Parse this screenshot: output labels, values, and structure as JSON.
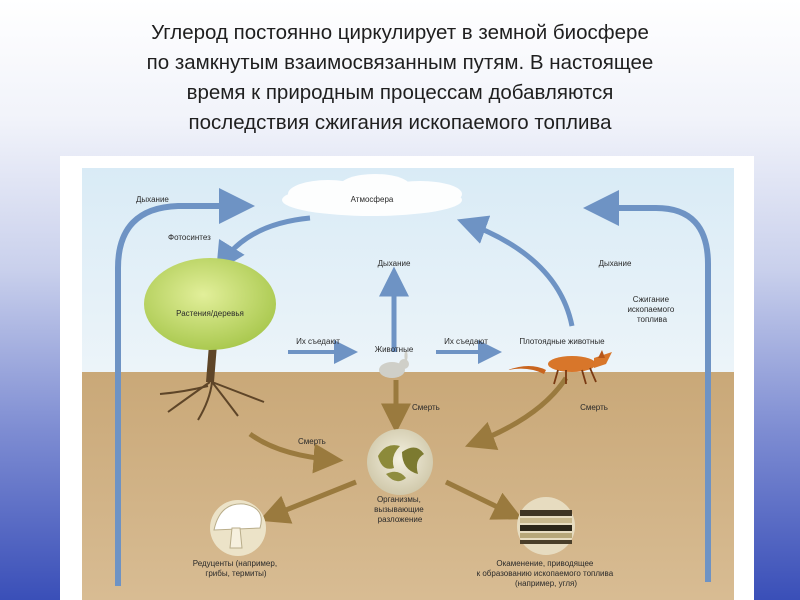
{
  "slide": {
    "title_lines": [
      "Углерод постоянно циркулирует в земной биосфере",
      "по замкнутым взаимосвязанным путям. В настоящее",
      "время к природным процессам добавляются",
      "последствия сжигания ископаемого топлива"
    ]
  },
  "diagram": {
    "labels": {
      "atmosphere": "Атмосфера",
      "respiration_left": "Дыхание",
      "photosynthesis": "Фотосинтез",
      "respiration_center": "Дыхание",
      "respiration_right": "Дыхание",
      "combustion": [
        "Сжигание",
        "ископаемого",
        "топлива"
      ],
      "plants": "Растения/деревья",
      "eaten_1": "Их съедают",
      "animals": "Животные",
      "eaten_2": "Их съедают",
      "predators": "Плотоядные животные",
      "death_center": "Смерть",
      "death_right": "Смерть",
      "death_left": "Смерть",
      "decomposers_org": [
        "Организмы,",
        "вызывающие",
        "разложение"
      ],
      "reducers": [
        "Редуценты (например,",
        "грибы, термиты)"
      ],
      "fossilization": [
        "Окаменение, приводящее",
        "к образованию ископаемого топлива",
        "(например, угля)"
      ]
    }
  }
}
